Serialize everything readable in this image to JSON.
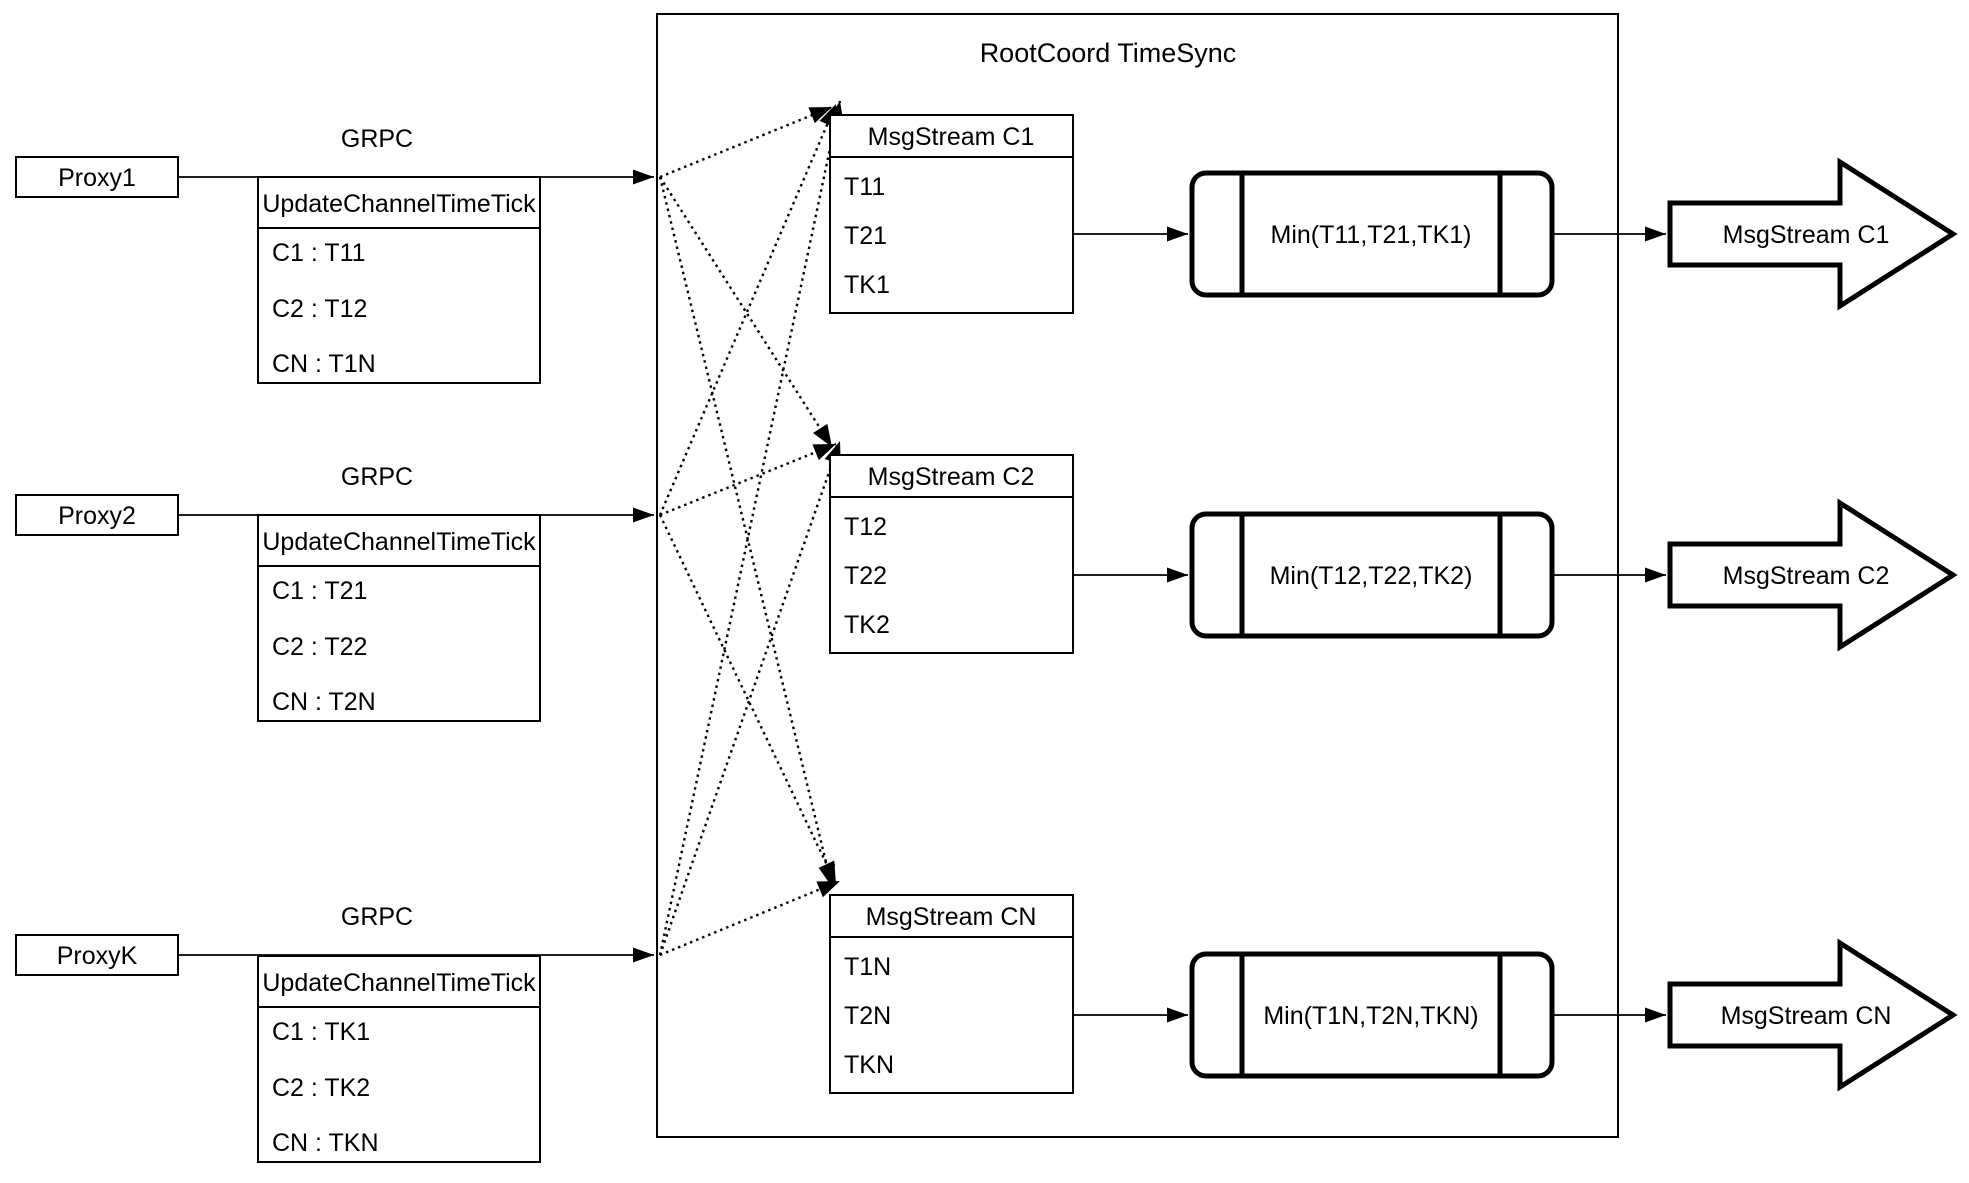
{
  "diagram": {
    "title": "RootCoord TimeSync",
    "colors": {
      "stroke": "#000000",
      "background": "#ffffff"
    },
    "rows": [
      {
        "proxy": "Proxy1",
        "grpc": "GRPC",
        "update_table": {
          "header": "UpdateChannelTimeTick",
          "rows": [
            "C1 :  T11",
            "C2 :  T12",
            "CN : T1N"
          ]
        },
        "msg_table": {
          "header": "MsgStream C1",
          "rows": [
            "T11",
            "T21",
            "TK1"
          ]
        },
        "min": "Min(T11,T21,TK1)",
        "out": "MsgStream C1"
      },
      {
        "proxy": "Proxy2",
        "grpc": "GRPC",
        "update_table": {
          "header": "UpdateChannelTimeTick",
          "rows": [
            "C1 :  T21",
            "C2 :  T22",
            "CN : T2N"
          ]
        },
        "msg_table": {
          "header": "MsgStream C2",
          "rows": [
            "T12",
            "T22",
            "TK2"
          ]
        },
        "min": "Min(T12,T22,TK2)",
        "out": "MsgStream C2"
      },
      {
        "proxy": "ProxyK",
        "grpc": "GRPC",
        "update_table": {
          "header": "UpdateChannelTimeTick",
          "rows": [
            "C1 :  TK1",
            "C2 :  TK2",
            "CN : TKN"
          ]
        },
        "msg_table": {
          "header": "MsgStream CN",
          "rows": [
            "T1N",
            "T2N",
            "TKN"
          ]
        },
        "min": "Min(T1N,T2N,TKN)",
        "out": "MsgStream CN"
      }
    ]
  }
}
